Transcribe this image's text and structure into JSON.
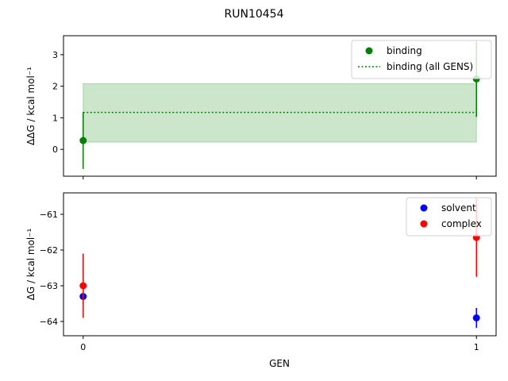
{
  "figure": {
    "title": "RUN10454",
    "xlabel": "GEN"
  },
  "chart_data": [
    {
      "type": "scatter",
      "ylabel": "ΔΔG / kcal mol⁻¹",
      "xlim": [
        -0.05,
        1.05
      ],
      "ylim": [
        -0.85,
        3.6
      ],
      "xticks": [
        0,
        1
      ],
      "xtick_labels": [
        "",
        ""
      ],
      "yticks": [
        0,
        1,
        2,
        3
      ],
      "ytick_labels": [
        "0",
        "1",
        "2",
        "3"
      ],
      "legend_position": "top-right",
      "colors": {
        "binding": "#008000",
        "band": "#008000"
      },
      "series": [
        {
          "name": "binding",
          "kind": "errorbar",
          "x": [
            0,
            1
          ],
          "y": [
            0.28,
            2.23
          ],
          "yerr": [
            0.9,
            1.2
          ]
        },
        {
          "name": "binding (all GENS)",
          "kind": "hline-band",
          "y": 1.17,
          "band": [
            0.23,
            2.08
          ],
          "x_range": [
            0,
            1
          ]
        }
      ]
    },
    {
      "type": "scatter",
      "ylabel": "ΔG / kcal mol⁻¹",
      "xlim": [
        -0.05,
        1.05
      ],
      "ylim": [
        -64.4,
        -60.4
      ],
      "xticks": [
        0,
        1
      ],
      "xtick_labels": [
        "0",
        "1"
      ],
      "yticks": [
        -64,
        -63,
        -62,
        -61
      ],
      "ytick_labels": [
        "−64",
        "−63",
        "−62",
        "−61"
      ],
      "legend_position": "top-right",
      "colors": {
        "solvent": "#0000ff",
        "complex": "#ff0000"
      },
      "series": [
        {
          "name": "solvent",
          "kind": "errorbar",
          "x": [
            0,
            1
          ],
          "y": [
            -63.3,
            -63.9
          ],
          "yerr": [
            0.05,
            0.28
          ]
        },
        {
          "name": "complex",
          "kind": "errorbar",
          "x": [
            0,
            1
          ],
          "y": [
            -63.0,
            -61.65
          ],
          "yerr": [
            0.9,
            1.1
          ]
        }
      ]
    }
  ]
}
